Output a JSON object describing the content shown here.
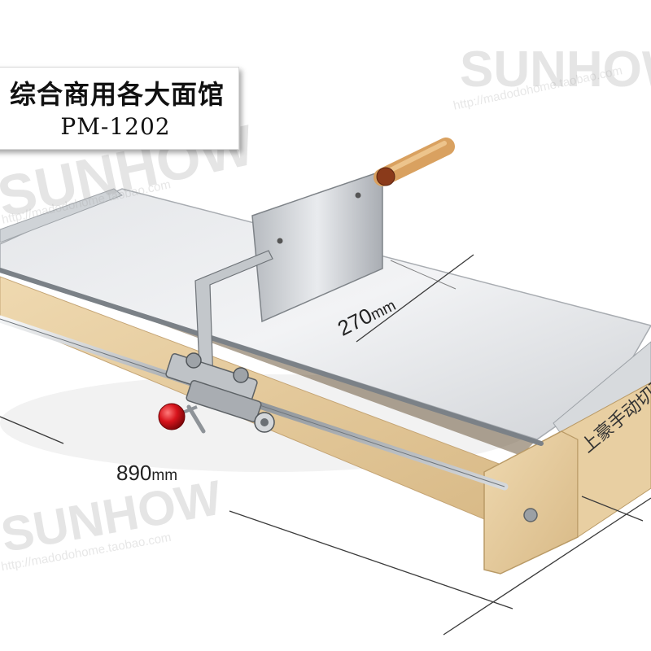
{
  "product": {
    "title_line1": "综合商用各大面馆",
    "model": "PM-1202"
  },
  "dimensions": {
    "width_value": "270",
    "length_value": "890",
    "unit": "mm"
  },
  "watermark": {
    "brand": "SUNHOW",
    "url": "http://madodohome.taobao.com"
  },
  "device_label": "上豪手动切面",
  "colors": {
    "steel": "#c9ccd0",
    "wood": "#e3c99a",
    "handle": "#d9a160",
    "knob": "#d8141c"
  }
}
